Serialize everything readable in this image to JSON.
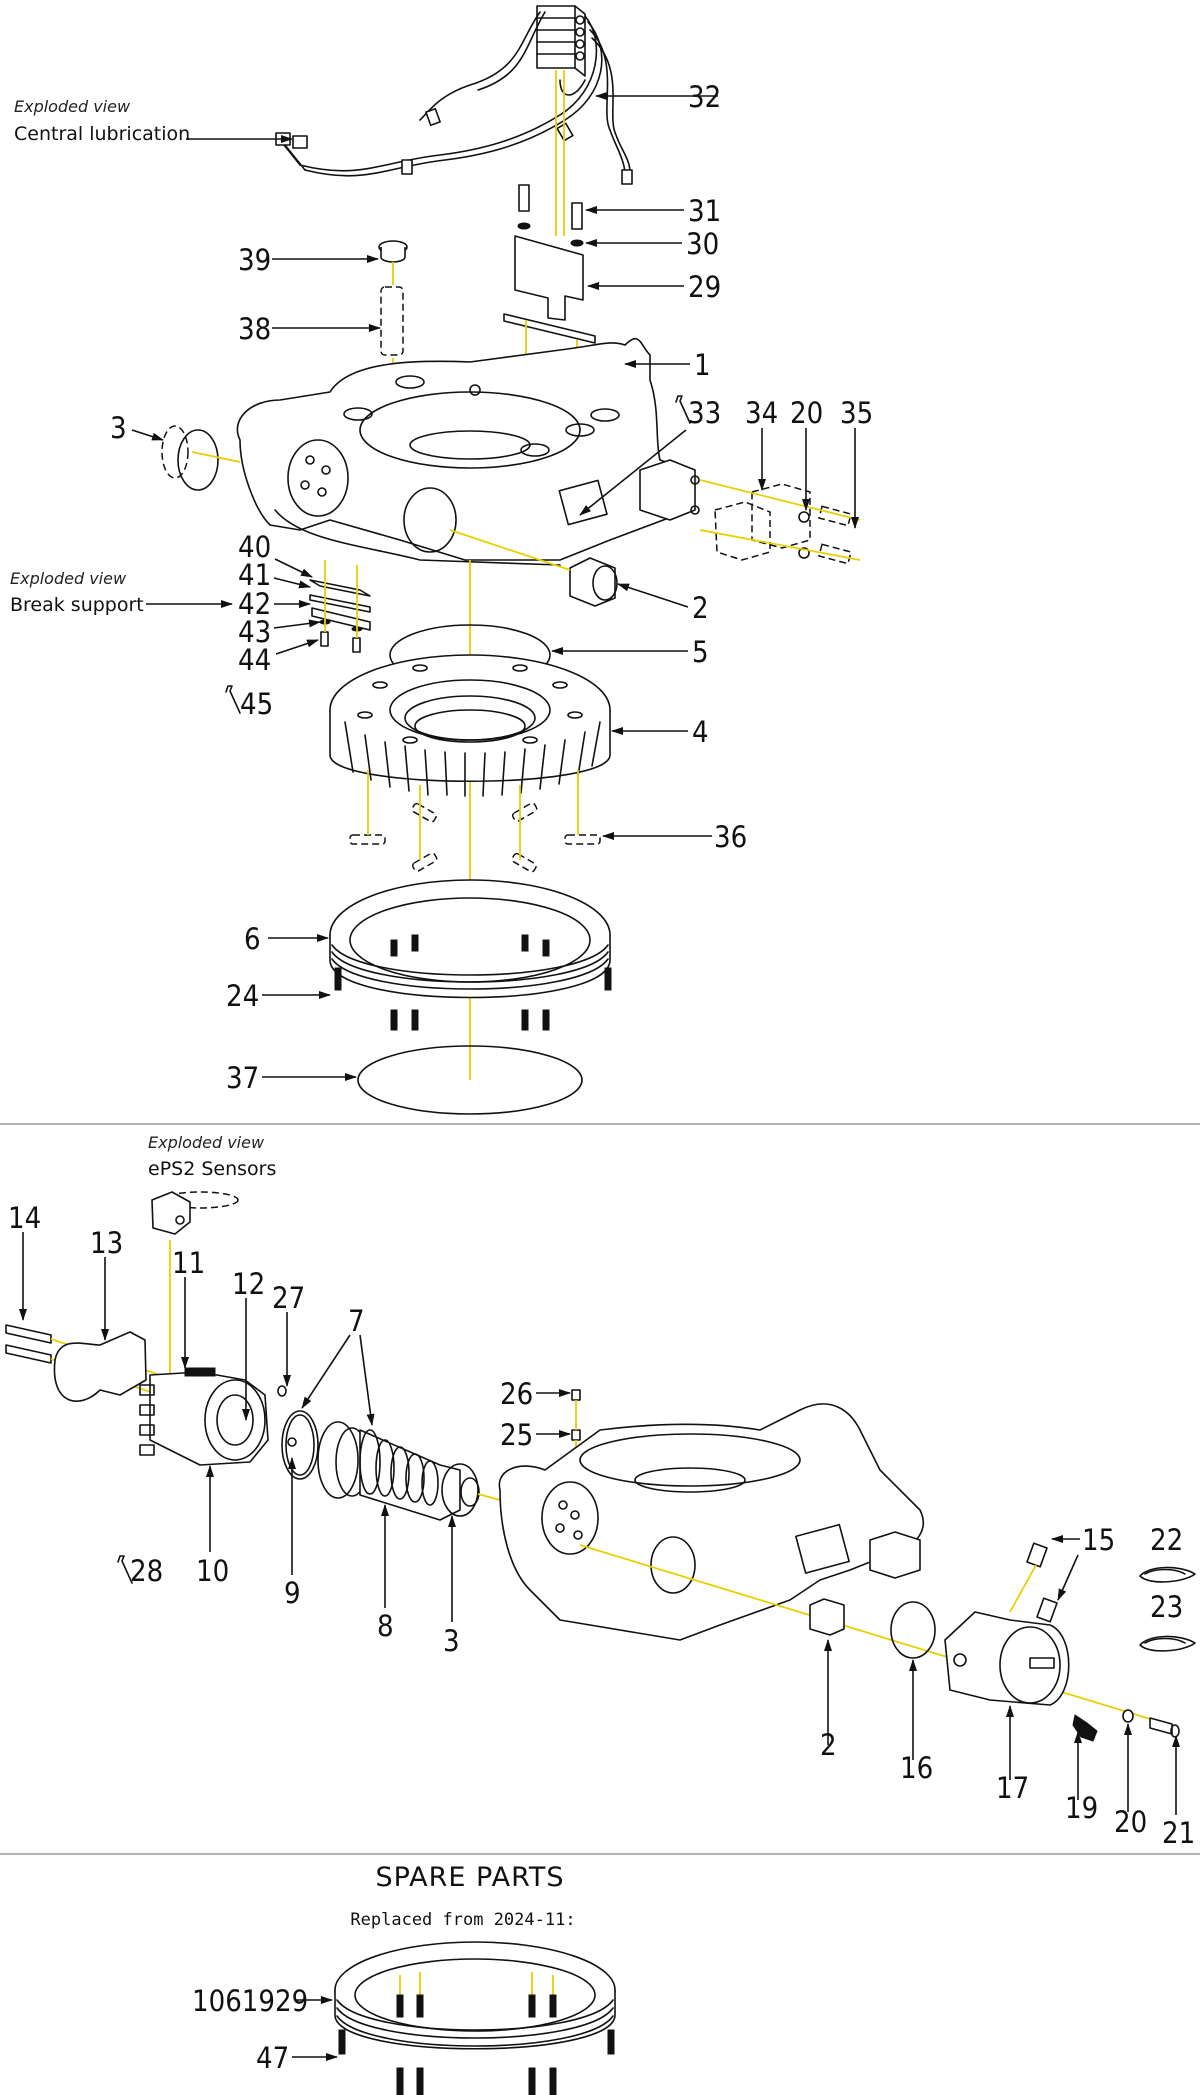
{
  "document": {
    "type": "exploded parts diagram",
    "colors": {
      "line_art": "#111111",
      "assembly_axis": "#e8d000",
      "divider": "#9a9a9a",
      "background": "#ffffff"
    }
  },
  "top_view": {
    "callouts": {
      "central_lubrication": {
        "caption": "Exploded view",
        "title": "Central lubrication"
      },
      "break_support": {
        "caption": "Exploded view",
        "title": "Break support"
      }
    },
    "labels": {
      "p32": "32",
      "p31": "31",
      "p30": "30",
      "p29": "29",
      "p39": "39",
      "p38": "38",
      "p1": "1",
      "p3": "3",
      "p33": "33",
      "p34": "34",
      "p20": "20",
      "p35": "35",
      "p40": "40",
      "p41": "41",
      "p42": "42",
      "p43": "43",
      "p44": "44",
      "p45": "45",
      "p2": "2",
      "p5": "5",
      "p4": "4",
      "p36": "36",
      "p6": "6",
      "p24": "24",
      "p37": "37"
    }
  },
  "bottom_view": {
    "callouts": {
      "eps2_sensors": {
        "caption": "Exploded view",
        "title": "ePS2 Sensors"
      }
    },
    "labels": {
      "p14": "14",
      "p13": "13",
      "p11": "11",
      "p12": "12",
      "p27": "27",
      "p7": "7",
      "p26": "26",
      "p25": "25",
      "p10": "10",
      "p9": "9",
      "p8": "8",
      "p3": "3",
      "p28": "28",
      "p15": "15",
      "p22": "22",
      "p23": "23",
      "p2": "2",
      "p16": "16",
      "p17": "17",
      "p19": "19",
      "p20": "20",
      "p21": "21"
    }
  },
  "spare_parts": {
    "title": "SPARE PARTS",
    "subtitle": "Replaced from 2024-11:",
    "labels": {
      "ring": "1061929",
      "bolt": "47"
    }
  }
}
